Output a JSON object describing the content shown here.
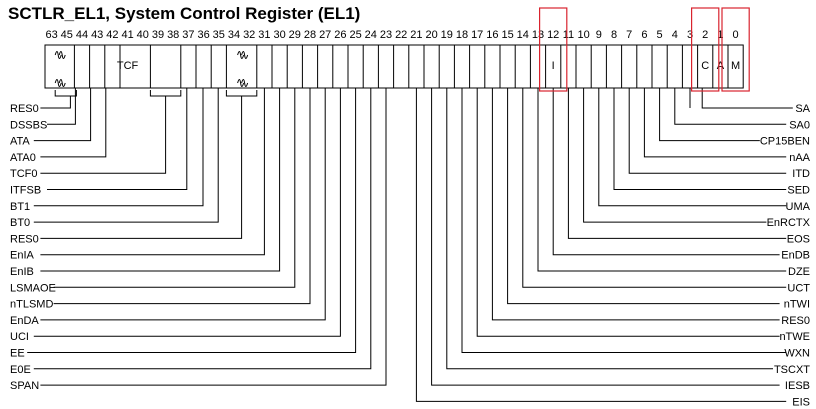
{
  "title": "SCTLR_EL1, System Control Register (EL1)",
  "bit_numbers": [
    "63",
    "45",
    "44",
    "43",
    "42",
    "41",
    "40",
    "39",
    "38",
    "37",
    "36",
    "35",
    "34",
    "32",
    "31",
    "30",
    "29",
    "28",
    "27",
    "26",
    "25",
    "24",
    "23",
    "22",
    "21",
    "20",
    "19",
    "18",
    "17",
    "16",
    "15",
    "14",
    "13",
    "12",
    "11",
    "10",
    "9",
    "8",
    "7",
    "6",
    "5",
    "4",
    "3",
    "2",
    "1",
    "0"
  ],
  "register_fields": [
    "TCF",
    "I",
    "C",
    "A",
    "M"
  ],
  "left_labels": [
    "RES0",
    "DSSBS",
    "ATA",
    "ATA0",
    "TCF0",
    "ITFSB",
    "BT1",
    "BT0",
    "RES0",
    "EnIA",
    "EnIB",
    "LSMAOE",
    "nTLSMD",
    "EnDA",
    "UCI",
    "EE",
    "E0E",
    "SPAN"
  ],
  "right_labels": [
    "SA",
    "SA0",
    "CP15BEN",
    "nAA",
    "ITD",
    "SED",
    "UMA",
    "EnRCTX",
    "EOS",
    "EnDB",
    "DZE",
    "UCT",
    "nTWI",
    "RES0",
    "nTWE",
    "WXN",
    "TSCXT",
    "IESB",
    "EIS"
  ],
  "highlighted_bits": [
    "12",
    "2",
    "0"
  ],
  "highlight_color": "#d9232e"
}
